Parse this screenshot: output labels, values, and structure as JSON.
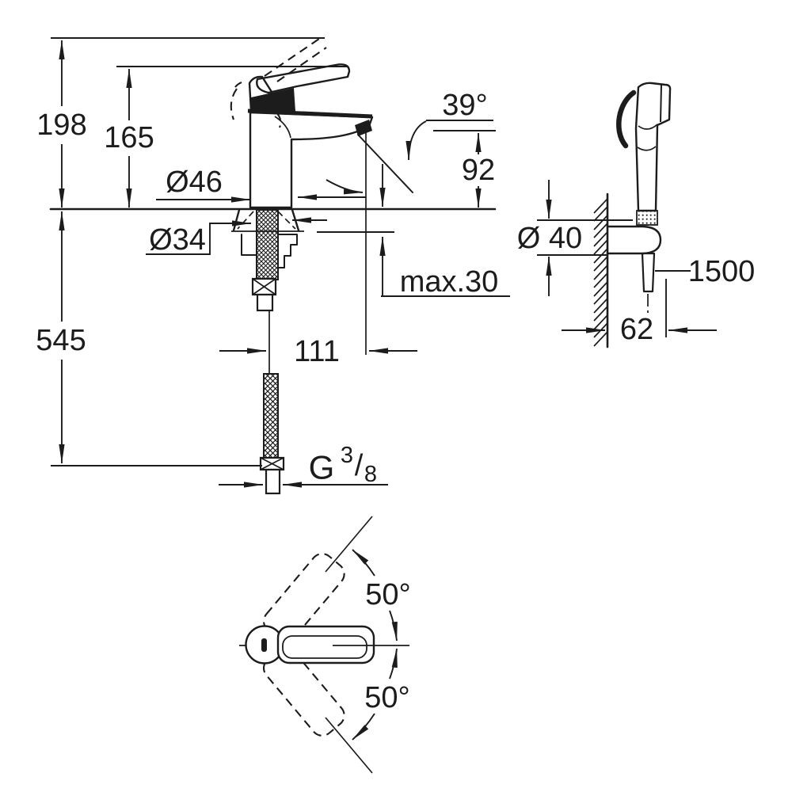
{
  "front_view": {
    "height_total": "198",
    "height_handle": "165",
    "depth_below_counter": "545",
    "base_diameter": "Ø46",
    "shank_diameter": "Ø34",
    "max_mounting_thickness": "max.30",
    "spout_reach": "111",
    "spout_outlet_height": "92",
    "stream_angle": "39°",
    "thread": {
      "prefix": "G",
      "numerator": "3",
      "slash": "/",
      "denominator": "8"
    }
  },
  "side_view": {
    "holder_diameter": "Ø 40",
    "hose_length": "1500",
    "wall_distance": "62"
  },
  "top_view": {
    "swivel_up": "50°",
    "swivel_down": "50°"
  },
  "colors": {
    "ink": "#1c1c1c",
    "paper": "#ffffff"
  }
}
